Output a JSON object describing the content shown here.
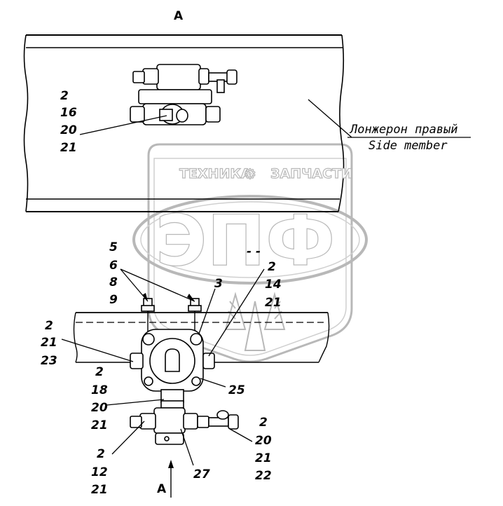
{
  "view_title": "А",
  "view_arrow_label": "А",
  "side_member": {
    "ru": "Лонжерон правый",
    "en": "Side member"
  },
  "watermark": {
    "top_text_left": "ТЕХНИКА",
    "top_text_right": "ЗАПЧАСТИ",
    "big_text": "ЭПФ",
    "gear_icon": "gear-icon",
    "color": "#b8b8b8"
  },
  "callouts": {
    "top_group": [
      "2",
      "16",
      "20",
      "21"
    ],
    "upper_left_group": [
      "5",
      "6",
      "8",
      "9"
    ],
    "upper_right_group": [
      "2",
      "14",
      "21"
    ],
    "left_group": [
      "2",
      "21",
      "23"
    ],
    "lower_left_group": [
      "2",
      "18",
      "20",
      "21"
    ],
    "bottom_left_group": [
      "2",
      "12",
      "21"
    ],
    "right_group": [
      "2",
      "20",
      "21",
      "22"
    ],
    "single_3": "3",
    "single_25": "25",
    "single_27": "27",
    "dash_mark": "- -"
  }
}
